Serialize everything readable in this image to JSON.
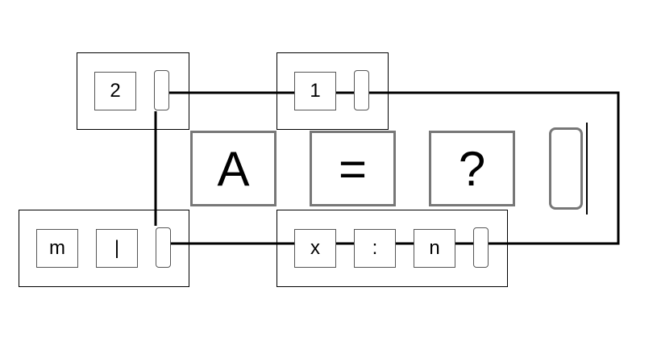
{
  "nodes": {
    "top_left": {
      "value": "2"
    },
    "top_right": {
      "value": "1"
    },
    "bottom_left": {
      "tiles": [
        "m",
        "|"
      ]
    },
    "bottom_right": {
      "tiles": [
        "x",
        ":",
        "n"
      ]
    }
  },
  "equation": {
    "left": "A",
    "operator": "=",
    "right": "?"
  },
  "colors": {
    "wire": "#000000",
    "tile_border": "#555555",
    "big_tile_border": "#777777"
  }
}
